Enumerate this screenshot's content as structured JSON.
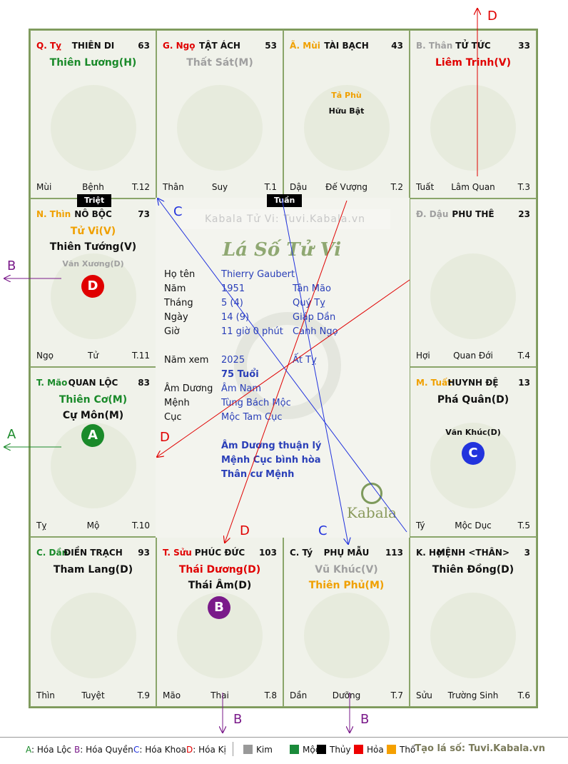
{
  "colors": {
    "green": "#1a8a2a",
    "red": "#e00000",
    "purple": "#7a1a8a",
    "blue": "#2233dd",
    "orange": "#f0a000",
    "grey": "#a0a0a0",
    "dark": "#111111",
    "board_border": "#7e9a5c"
  },
  "palaces": [
    {
      "id": "q-ty",
      "branch": "Q. Tỵ",
      "branch_color": "#e00000",
      "name": "THIÊN DI",
      "num": "63",
      "stars": [
        {
          "text": "Thiên Lương(H)",
          "color": "#1a8a2a",
          "kind": "main"
        }
      ],
      "foot": {
        "left": "Mùi",
        "mid": "Bệnh",
        "right": "T.12"
      },
      "animal": "snake-icon"
    },
    {
      "id": "g-ngo",
      "branch": "G. Ngọ",
      "branch_color": "#e00000",
      "name": "TẬT ÁCH",
      "num": "53",
      "stars": [
        {
          "text": "Thất Sát(M)",
          "color": "#a0a0a0",
          "kind": "main"
        }
      ],
      "foot": {
        "left": "Thân",
        "mid": "Suy",
        "right": "T.1"
      },
      "animal": "horse-icon"
    },
    {
      "id": "a-mui",
      "branch": "Ã. Mùi",
      "branch_color": "#f0a000",
      "name": "TÀI BẠCH",
      "num": "43",
      "stars": [
        {
          "text": "Tả Phù",
          "color": "#f0a000",
          "kind": "minor"
        },
        {
          "text": "Hữu Bật",
          "color": "#111111",
          "kind": "minor"
        }
      ],
      "foot": {
        "left": "Dậu",
        "mid": "Đế Vượng",
        "right": "T.2"
      },
      "animal": "goat-icon",
      "stars_offset": true
    },
    {
      "id": "b-than",
      "branch": "B. Thân",
      "branch_color": "#a0a0a0",
      "name": "TỬ TỨC",
      "num": "33",
      "stars": [
        {
          "text": "Liêm Trinh(V)",
          "color": "#e00000",
          "kind": "main"
        }
      ],
      "foot": {
        "left": "Tuất",
        "mid": "Lâm Quan",
        "right": "T.3"
      },
      "animal": "monkey-icon"
    },
    {
      "id": "n-thin",
      "branch": "N. Thìn",
      "branch_color": "#f0a000",
      "name": "NÔ BỘC",
      "num": "73",
      "stars": [
        {
          "text": "Tử Vi(V)",
          "color": "#f0a000",
          "kind": "main"
        },
        {
          "text": "Thiên Tướng(V)",
          "color": "#111111",
          "kind": "main"
        },
        {
          "text": "Văn Xương(D)",
          "color": "#a0a0a0",
          "kind": "minor"
        }
      ],
      "foot": {
        "left": "Ngọ",
        "mid": "Tử",
        "right": "T.11"
      },
      "animal": "dragon-icon",
      "badge": {
        "letter": "D",
        "color": "#e00000"
      }
    },
    {
      "id": "d-dau",
      "branch": "Đ. Dậu",
      "branch_color": "#a0a0a0",
      "name": "PHU THÊ",
      "num": "23",
      "stars": [],
      "foot": {
        "left": "Hợi",
        "mid": "Quan Đới",
        "right": "T.4"
      },
      "animal": "rooster-icon"
    },
    {
      "id": "t-mao",
      "branch": "T. Mão",
      "branch_color": "#1a8a2a",
      "name": "QUAN LỘC",
      "num": "83",
      "stars": [
        {
          "text": "Thiên Cơ(M)",
          "color": "#1a8a2a",
          "kind": "main"
        },
        {
          "text": "Cự Môn(M)",
          "color": "#111111",
          "kind": "main"
        }
      ],
      "foot": {
        "left": "Tỵ",
        "mid": "Mộ",
        "right": "T.10"
      },
      "animal": "cat-icon",
      "badge": {
        "letter": "A",
        "color": "#1a8a2a"
      }
    },
    {
      "id": "m-tuat",
      "branch": "M. Tuất",
      "branch_color": "#f0a000",
      "name": "HUYNH ĐỆ",
      "num": "13",
      "stars": [
        {
          "text": "Phá Quân(D)",
          "color": "#111111",
          "kind": "main"
        },
        {
          "text": "Văn Khúc(D)",
          "color": "#111111",
          "kind": "minor",
          "gap": true
        }
      ],
      "foot": {
        "left": "Tý",
        "mid": "Mộc Dục",
        "right": "T.5"
      },
      "animal": "dog-icon",
      "badge": {
        "letter": "C",
        "color": "#2233dd"
      }
    },
    {
      "id": "c-dan",
      "branch": "C. Dần",
      "branch_color": "#1a8a2a",
      "name": "ĐIỀN TRẠCH",
      "num": "93",
      "stars": [
        {
          "text": "Tham Lang(D)",
          "color": "#111111",
          "kind": "main"
        }
      ],
      "foot": {
        "left": "Thìn",
        "mid": "Tuyệt",
        "right": "T.9"
      },
      "animal": "tiger-icon"
    },
    {
      "id": "t-suu",
      "branch": "T. Sửu",
      "branch_color": "#e00000",
      "name": "PHÚC ĐỨC",
      "num": "103",
      "stars": [
        {
          "text": "Thái Dương(D)",
          "color": "#e00000",
          "kind": "main"
        },
        {
          "text": "Thái Âm(D)",
          "color": "#111111",
          "kind": "main"
        }
      ],
      "foot": {
        "left": "Mão",
        "mid": "Thai",
        "right": "T.8"
      },
      "animal": "ox-icon",
      "badge": {
        "letter": "B",
        "color": "#7a1a8a"
      }
    },
    {
      "id": "c-ty",
      "branch": "C. Tý",
      "branch_color": "#111111",
      "name": "PHỤ MẪU",
      "num": "113",
      "stars": [
        {
          "text": "Vũ Khúc(V)",
          "color": "#a0a0a0",
          "kind": "main"
        },
        {
          "text": "Thiên Phủ(M)",
          "color": "#f0a000",
          "kind": "main"
        }
      ],
      "foot": {
        "left": "Dần",
        "mid": "Dưỡng",
        "right": "T.7"
      },
      "animal": "rat-icon"
    },
    {
      "id": "k-hoi",
      "branch": "K. Hợi",
      "branch_color": "#111111",
      "name": "MỆNH <THÂN>",
      "num": "3",
      "stars": [
        {
          "text": "Thiên Đồng(D)",
          "color": "#111111",
          "kind": "main"
        }
      ],
      "foot": {
        "left": "Sửu",
        "mid": "Trường Sinh",
        "right": "T.6"
      },
      "animal": "pig-icon"
    }
  ],
  "tags": {
    "triet": "Triệt",
    "tuan": "Tuần"
  },
  "center": {
    "watermark": "Kabala Tử Vi: Tuvi.Kabala.vn",
    "title": "Lá Số Tử Vi",
    "rows": [
      {
        "label": "Họ tên",
        "v1": "Thierry Gaubert",
        "v2": ""
      },
      {
        "label": "Năm",
        "v1": "1951",
        "v2": "Tân Mão"
      },
      {
        "label": "Tháng",
        "v1": "5  (4)",
        "v2": "Quý Tỵ"
      },
      {
        "label": "Ngày",
        "v1": "14  (9)",
        "v2": "Giáp Dần"
      },
      {
        "label": "Giờ",
        "v1": "11 giờ 0 phút",
        "v2": "Canh Ngọ"
      },
      {
        "label": "Năm xem",
        "v1": "2025",
        "v2": "Ất Tỵ"
      },
      {
        "label": "",
        "v1": "75 Tuổi",
        "v2": ""
      },
      {
        "label": "Âm Dương",
        "v1": "Âm Nam",
        "v2": ""
      },
      {
        "label": "Mệnh",
        "v1": "Tùng Bách Mộc",
        "v2": ""
      },
      {
        "label": "Cục",
        "v1": "Mộc Tam Cục",
        "v2": ""
      }
    ],
    "notes": [
      "Âm Dương thuận lý",
      "Mệnh Cục bình hòa",
      "Thân cư Mệnh"
    ],
    "logo_text": "Kabala"
  },
  "arrow_labels": {
    "a": "A",
    "b": "B",
    "c": "C",
    "d": "D"
  },
  "legend": {
    "hoa_loc": {
      "key": "A",
      "text": ": Hóa Lộc",
      "color": "#1a8a2a"
    },
    "hoa_quyen": {
      "key": "B",
      "text": ": Hóa Quyền",
      "color": "#7a1a8a"
    },
    "hoa_khoa": {
      "key": "C",
      "text": ": Hóa Khoa",
      "color": "#2233dd"
    },
    "hoa_ki": {
      "key": "D",
      "text": ": Hóa Kị",
      "color": "#e00000"
    },
    "elements": [
      {
        "name": "Kim",
        "color": "#999999"
      },
      {
        "name": "Mộc",
        "color": "#1a8a3a"
      },
      {
        "name": "Thủy",
        "color": "#000000"
      },
      {
        "name": "Hỏa",
        "color": "#ee0000"
      },
      {
        "name": "Thổ",
        "color": "#f5a000"
      }
    ],
    "site": "Tạo lá số: Tuvi.Kabala.vn"
  }
}
